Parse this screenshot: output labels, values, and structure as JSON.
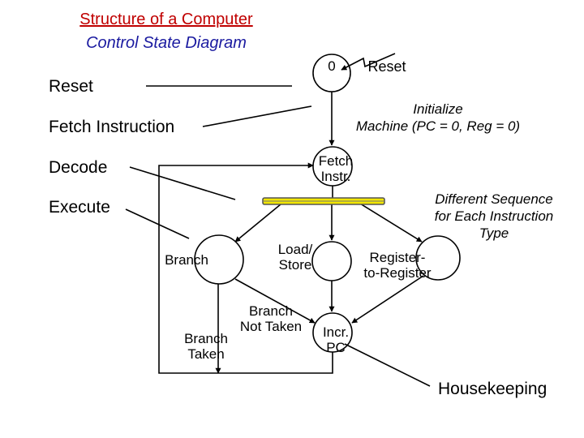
{
  "title": "Structure of a Computer",
  "subtitle": "Control State Diagram",
  "sidebar": {
    "reset": "Reset",
    "fetch_instruction": "Fetch Instruction",
    "decode": "Decode",
    "execute": "Execute",
    "housekeeping": "Housekeeping"
  },
  "states": {
    "state0": "0",
    "reset": "Reset",
    "initialize": "Initialize\nMachine (PC = 0, Reg = 0)",
    "fetch": "Fetch\nInstr.",
    "different_sequence": "Different Sequence\nfor Each Instruction\nType",
    "branch": "Branch",
    "load_store": "Load/\nStore",
    "register": "Register-\nto-Register",
    "branch_not_taken": "Branch\nNot Taken",
    "branch_taken": "Branch\nTaken",
    "incr_pc": "Incr.\nPC"
  },
  "colors": {
    "title": "#c00000",
    "subtitle": "#1a1aa0",
    "decode_bar_fill": "#f2e600",
    "decode_bar_outline": "#555555"
  }
}
